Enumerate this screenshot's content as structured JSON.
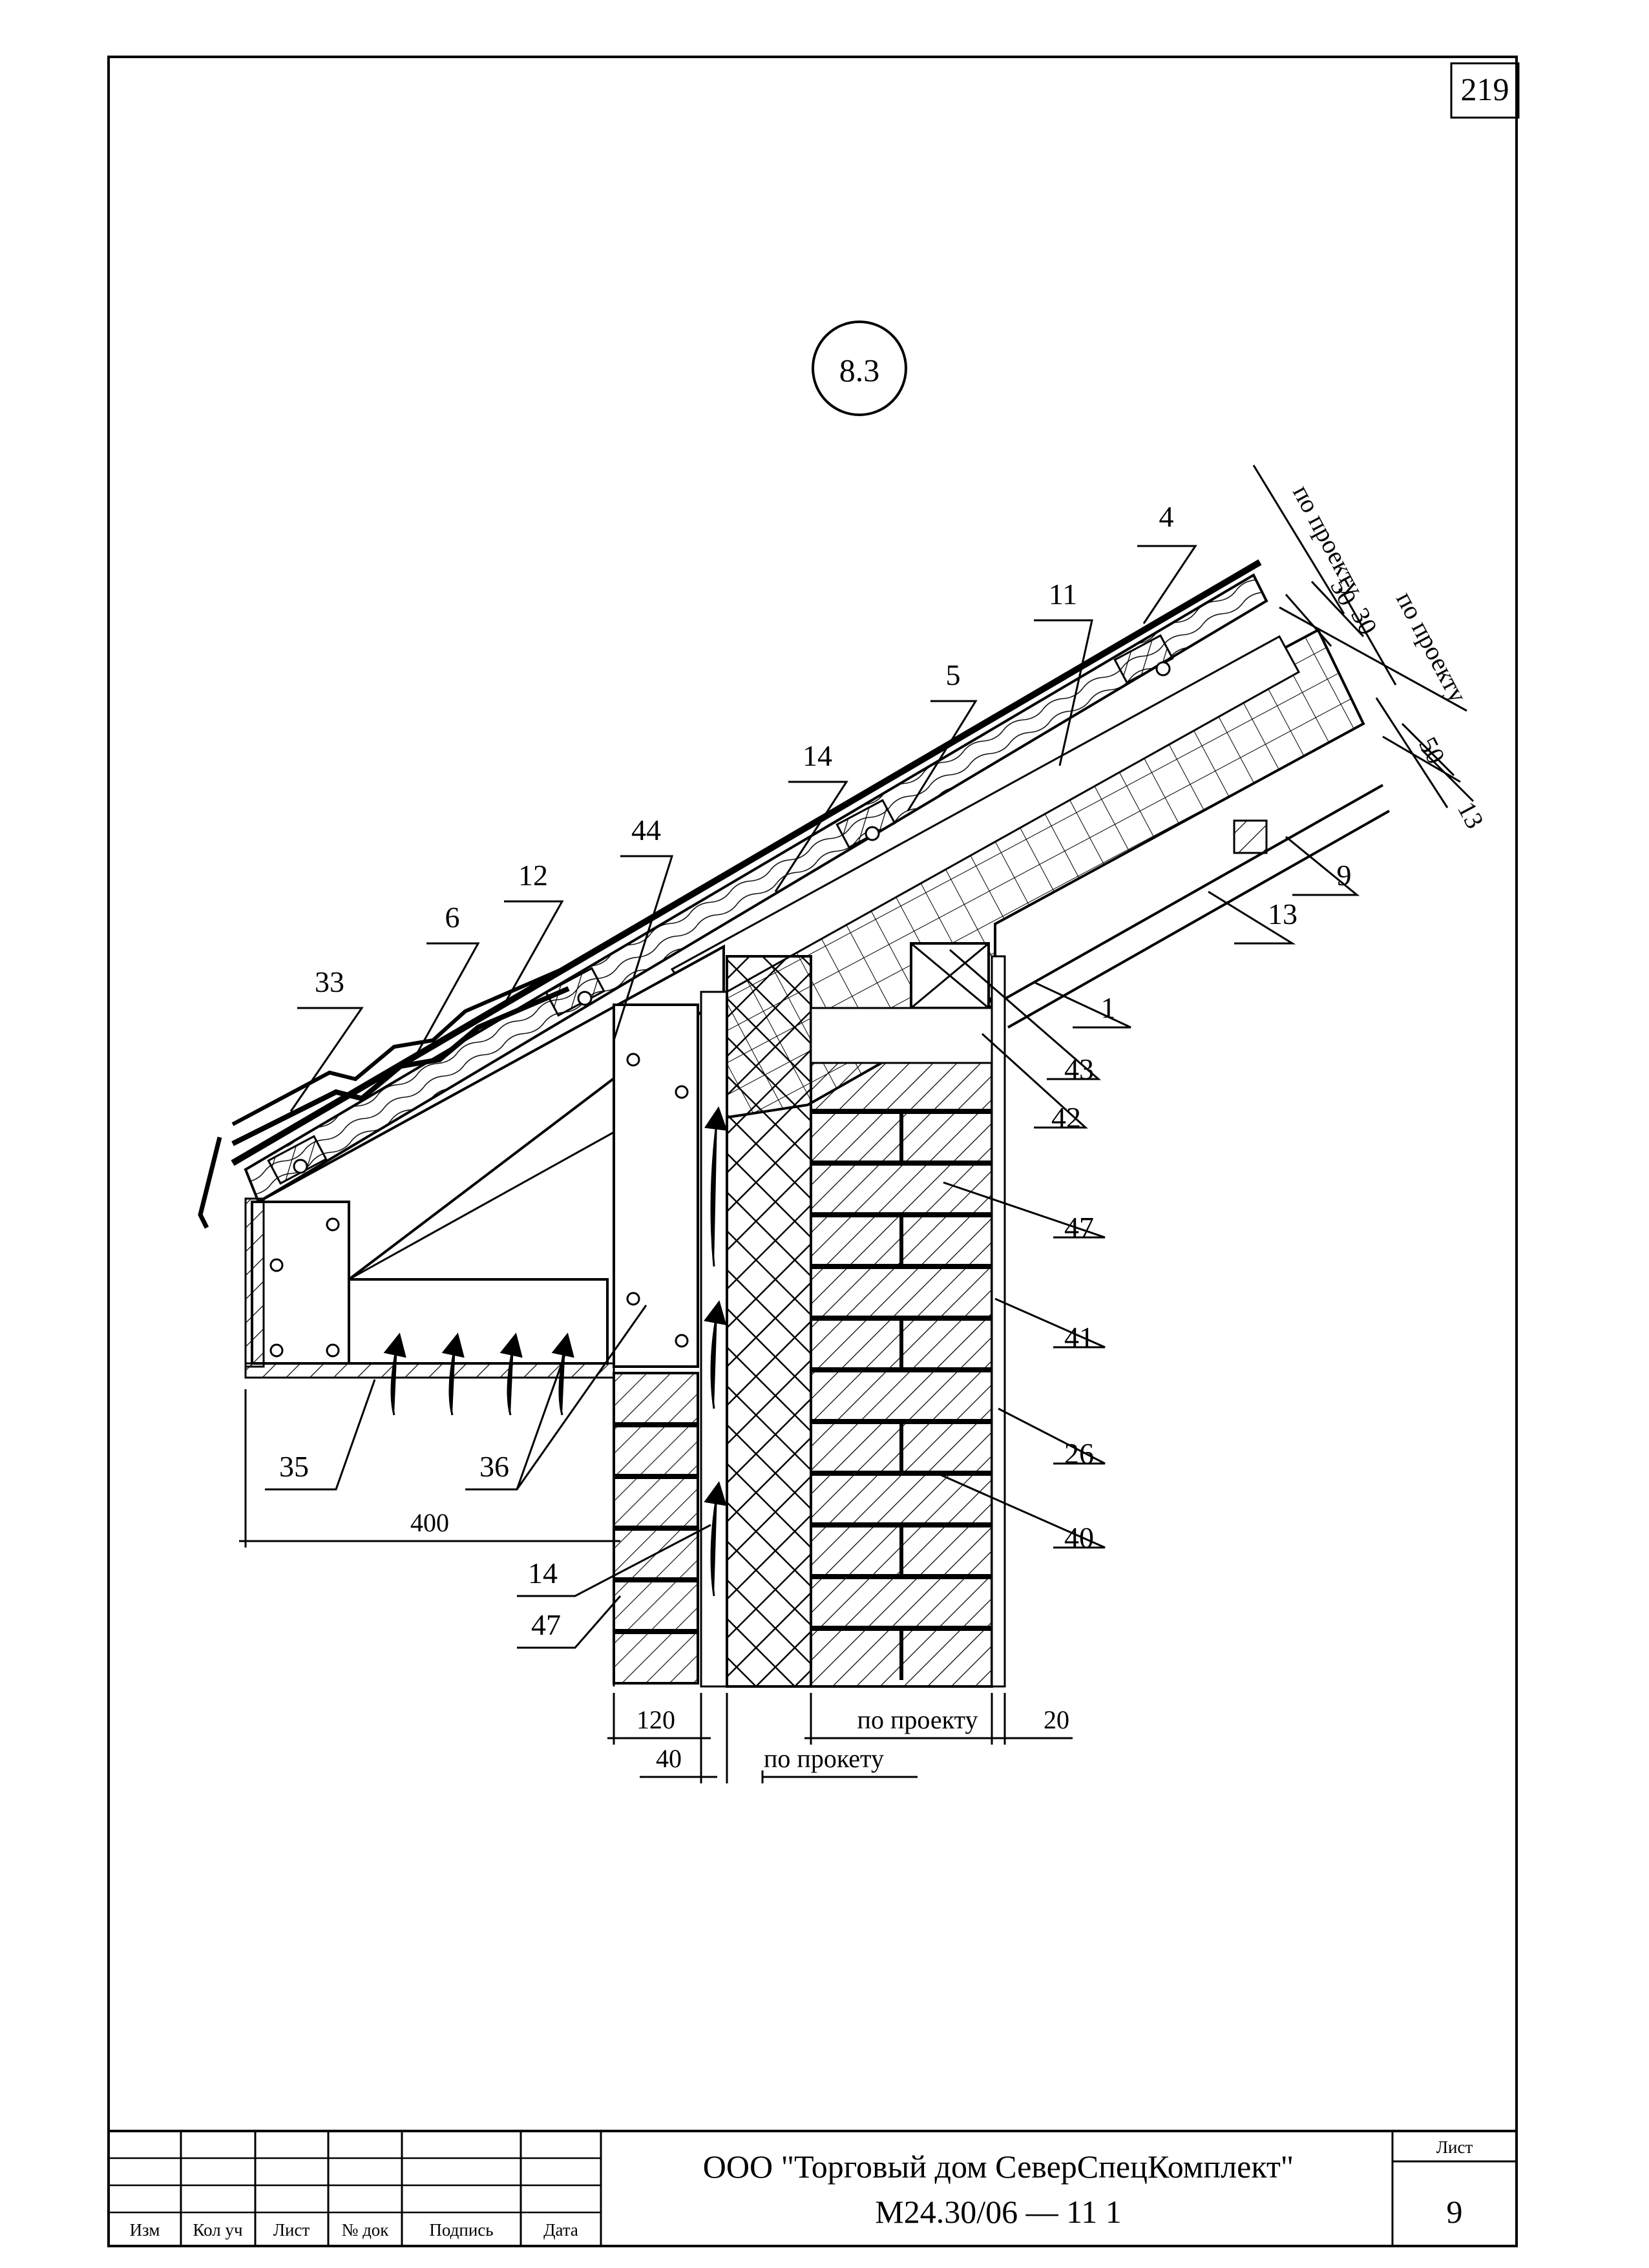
{
  "sheet_number": "219",
  "detail_mark": "8.3",
  "callouts": [
    {
      "id": "c4",
      "text": "4"
    },
    {
      "id": "c11",
      "text": "11"
    },
    {
      "id": "c5",
      "text": "5"
    },
    {
      "id": "c14a",
      "text": "14"
    },
    {
      "id": "c44",
      "text": "44"
    },
    {
      "id": "c12",
      "text": "12"
    },
    {
      "id": "c6",
      "text": "6"
    },
    {
      "id": "c33",
      "text": "33"
    },
    {
      "id": "c9",
      "text": "9"
    },
    {
      "id": "c13",
      "text": "13"
    },
    {
      "id": "c1",
      "text": "1"
    },
    {
      "id": "c43",
      "text": "43"
    },
    {
      "id": "c42",
      "text": "42"
    },
    {
      "id": "c47a",
      "text": "47"
    },
    {
      "id": "c41",
      "text": "41"
    },
    {
      "id": "c26",
      "text": "26"
    },
    {
      "id": "c40",
      "text": "40"
    },
    {
      "id": "c35",
      "text": "35"
    },
    {
      "id": "c36",
      "text": "36"
    },
    {
      "id": "c14b",
      "text": "14"
    },
    {
      "id": "c47b",
      "text": "47"
    }
  ],
  "dimensions": {
    "roof_top": "по проекту",
    "roof_50": "50",
    "roof_30": "30",
    "roof_mid": "по проекту",
    "roof_50b": "50",
    "roof_13": "13",
    "eave_400": "400",
    "wall_120": "120",
    "wall_40": "40",
    "wall_proj1": "по прокету",
    "wall_proj2": "по проекту",
    "wall_20": "20"
  },
  "title_block": {
    "col_labels": [
      "Изм",
      "Кол уч",
      "Лист",
      "№ док",
      "Подпись",
      "Дата"
    ],
    "company": "ООО \"Торговый дом СеверСпецКомплект\"",
    "doc_code": "М24.30/06 — 11 1",
    "sheet_label": "Лист",
    "sheet_value": "9"
  }
}
